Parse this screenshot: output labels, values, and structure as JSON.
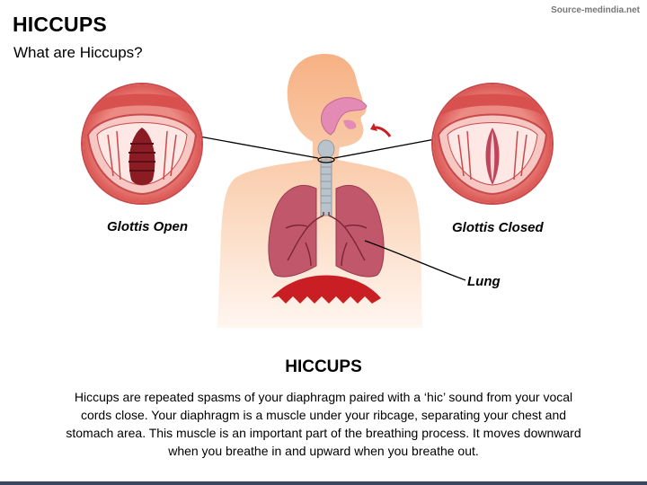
{
  "header": {
    "title": "HICCUPS",
    "subtitle": "What are Hiccups?",
    "source": "Source-medindia.net"
  },
  "diagram": {
    "labels": {
      "glottis_open": "Glottis Open",
      "glottis_closed": "Glottis Closed",
      "lung": "Lung"
    },
    "icons": [
      "human-torso-icon",
      "glottis-open-icon",
      "glottis-closed-icon",
      "lungs-icon",
      "diaphragm-icon",
      "airflow-arrow-icon"
    ],
    "colors": {
      "skin": "#f7b98d",
      "lung": "#c0576a",
      "diaphragm": "#c81e24",
      "glottis_ring": "#e56a6a",
      "nasal": "#e38bb4"
    }
  },
  "body_text": {
    "heading": "HICCUPS",
    "description": "Hiccups are repeated spasms of your diaphragm paired with a ‘hic’ sound from your vocal cords close. Your diaphragm is a muscle under your ribcage, separating your chest and stomach area. This muscle is an important part of the breathing process. It moves downward when you breathe in and upward when you breathe out."
  }
}
